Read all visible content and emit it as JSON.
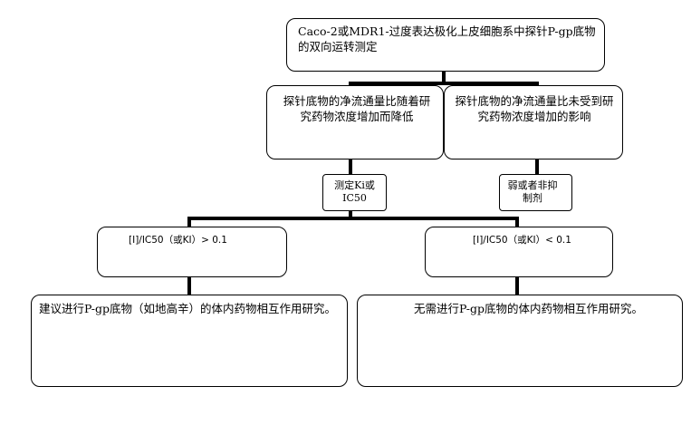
{
  "nodes": {
    "top": "Caco-2或MDR1-过度表达极化上皮细胞系中探针P-gp底物的双向运转测定",
    "left_result": "探针底物的净流通量比随着研究药物浓度增加而降低",
    "right_result": "探针底物的净流通量比未受到研究药物浓度增加的影响",
    "measure": "测定Ki或IC50",
    "weak": "弱或者非抑制剂",
    "cond_high": "[I]/IC50（或KI）> 0.1",
    "cond_low": "[I]/IC50（或KI）< 0.1",
    "recommend": "建议进行P-gp底物（如地高辛）的体内药物相互作用研究。",
    "no_need": "无需进行P-gp底物的体内药物相互作用研究。"
  }
}
